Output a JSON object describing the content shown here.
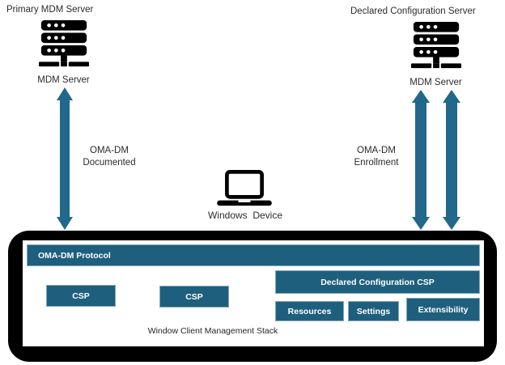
{
  "servers": {
    "primary": {
      "title": "Primary MDM Server",
      "label": "MDM Server"
    },
    "declared": {
      "title": "Declared Configuration Server",
      "label": "MDM Server"
    }
  },
  "arrows": {
    "documented": {
      "line1": "OMA-DM",
      "line2": "Documented"
    },
    "enrollment": {
      "line1": "OMA-DM",
      "line2": "Enrollment"
    }
  },
  "device": {
    "label": "Windows  Device"
  },
  "stack": {
    "protocol": "OMA-DM Protocol",
    "csp_left": "CSP",
    "csp_middle": "CSP",
    "declared_csp": "Declared Configuration CSP",
    "resources": "Resources",
    "settings": "Settings",
    "extensibility": "Extensibility",
    "caption": "Window Client Management Stack"
  },
  "icons": {
    "server": "server-rack-icon",
    "device": "laptop-icon",
    "arrow": "double-headed-vertical-arrow"
  },
  "colors": {
    "box_teal": "#1E5F7E",
    "arrow_teal": "#21688B",
    "frame_black": "#000000"
  }
}
